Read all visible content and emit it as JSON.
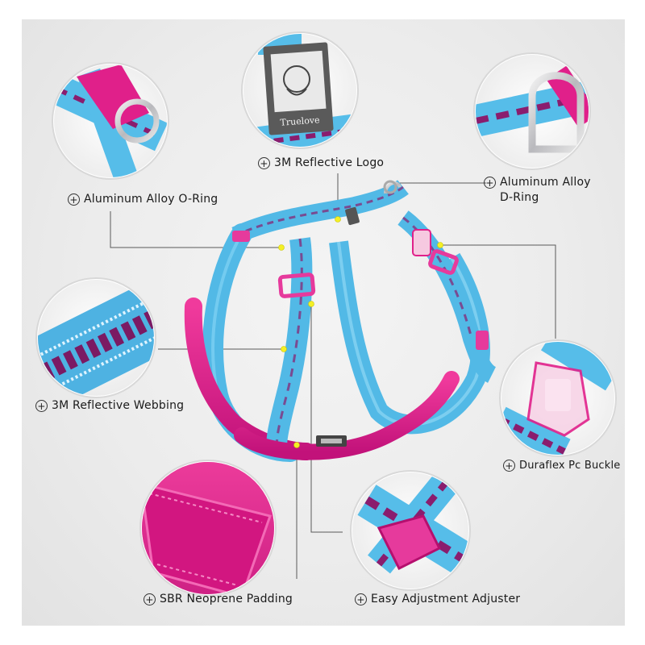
{
  "features": [
    {
      "id": "o_ring",
      "label": "Aluminum Alloy O-Ring"
    },
    {
      "id": "logo",
      "label": "3M Reflective Logo"
    },
    {
      "id": "d_ring",
      "label": "Aluminum Alloy D-Ring"
    },
    {
      "id": "webbing",
      "label": "3M Reflective Webbing"
    },
    {
      "id": "buckle",
      "label": "Duraflex Pc Buckle"
    },
    {
      "id": "padding",
      "label": "SBR Neoprene Padding"
    },
    {
      "id": "adjuster",
      "label": "Easy Adjustment Adjuster"
    }
  ],
  "brand_tag": "Truelove",
  "icons": {
    "feature_marker": "plus-circle-icon"
  },
  "colors": {
    "webbing_blue": "#5fc3ec",
    "padding_pink": "#e0208a",
    "magenta_text": "#8a1d6e",
    "background": "#ececec"
  }
}
